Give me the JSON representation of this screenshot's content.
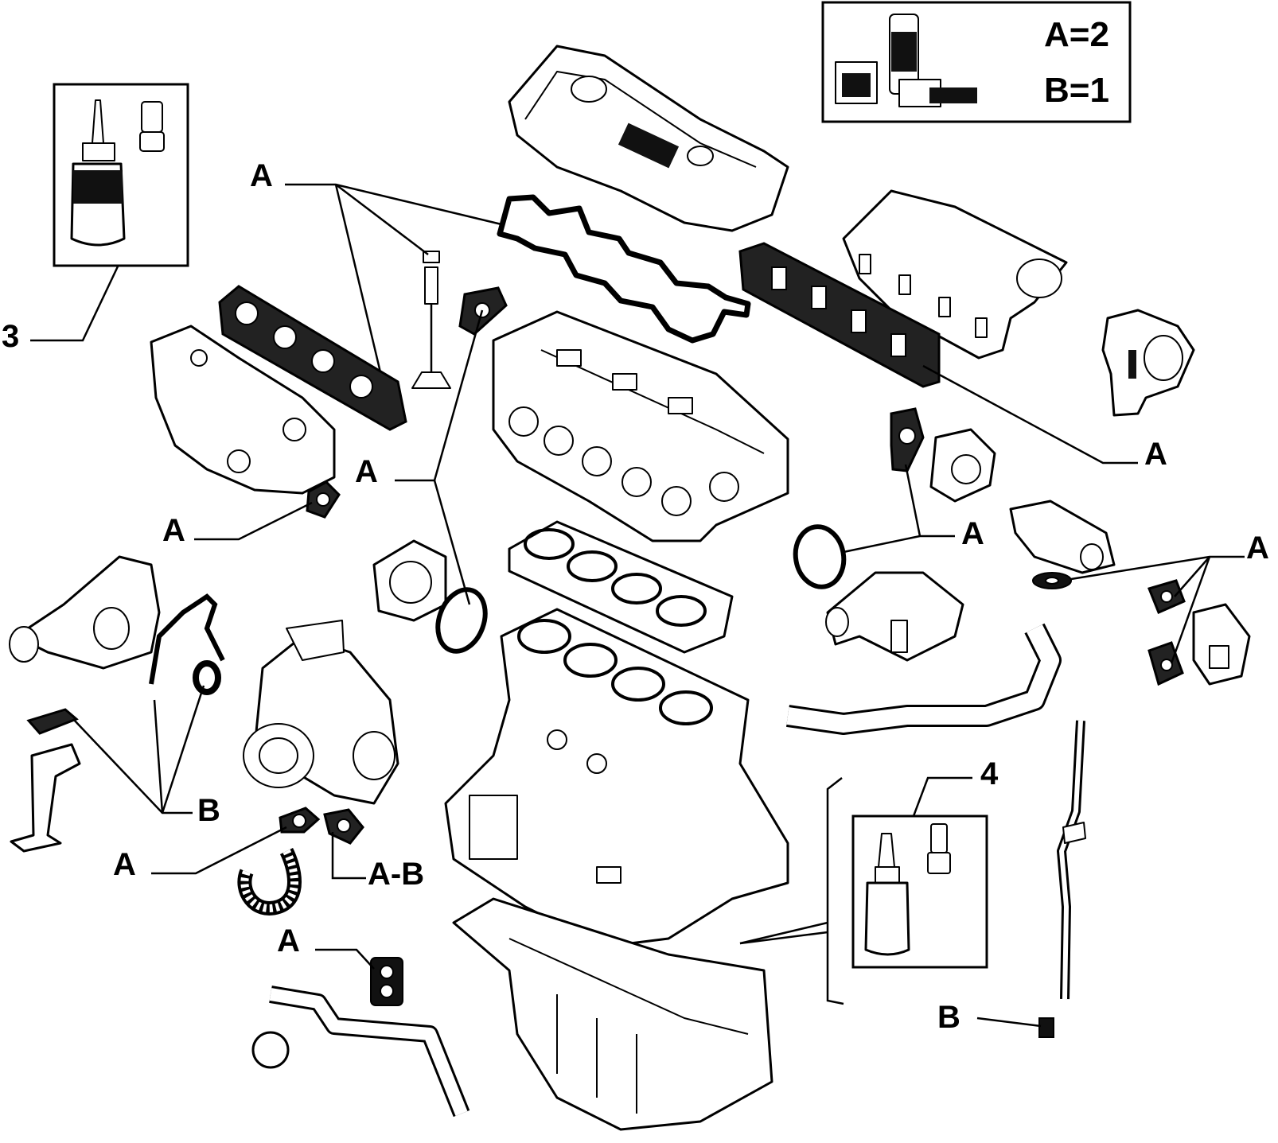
{
  "legend": {
    "line_a": "A=2",
    "line_b": "B=1"
  },
  "callouts": {
    "kit_3": "3",
    "kit_4": "4",
    "a": "A",
    "b": "B",
    "ab": "A-B"
  }
}
